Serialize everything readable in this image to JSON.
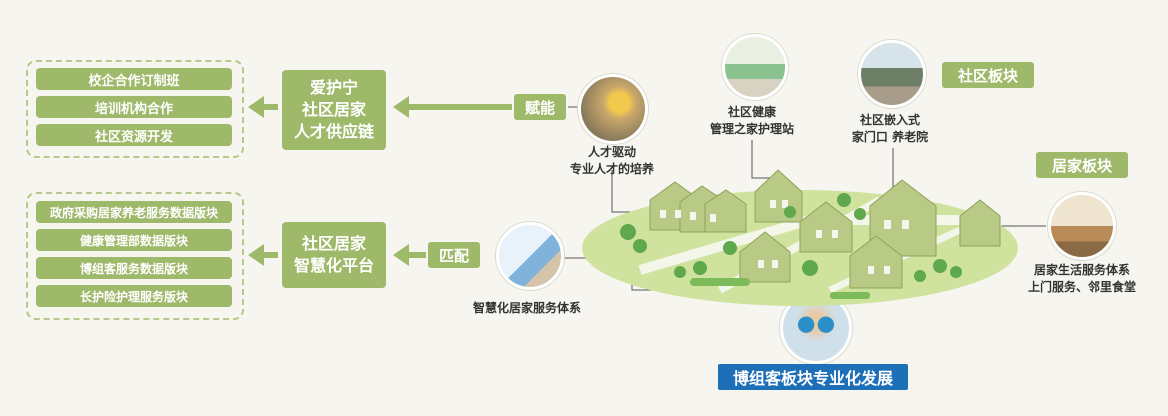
{
  "left_top": {
    "items": [
      "校企合作订制班",
      "培训机构合作",
      "社区资源开发"
    ]
  },
  "left_bottom": {
    "items": [
      "政府采购居家养老服务数据版块",
      "健康管理部数据版块",
      "博组客服务数据版块",
      "长护险护理服务版块"
    ]
  },
  "hub_top": {
    "line1": "爱护宁",
    "line2": "社区居家",
    "line3": "人才供应链"
  },
  "hub_bottom": {
    "line1": "社区居家",
    "line2": "智慧化平台"
  },
  "tag_top": "赋能",
  "tag_bottom": "匹配",
  "captions": {
    "talent_line1": "人才驱动",
    "talent_line2": "专业人才的培养",
    "station_line1": "社区健康",
    "station_line2": "管理之家护理站",
    "nursing_line1": "社区嵌入式",
    "nursing_line2": "家门口 养老院",
    "smart": "智慧化居家服务体系",
    "home_line1": "居家生活服务体系",
    "home_line2": "上门服务、邻里食堂"
  },
  "section_community": "社区板块",
  "section_home": "居家板块",
  "banner": "博组客板块专业化发展",
  "colors": {
    "accent_green": "#9fb96a",
    "banner_blue": "#1d6fb7",
    "background": "#f6f5ef"
  }
}
